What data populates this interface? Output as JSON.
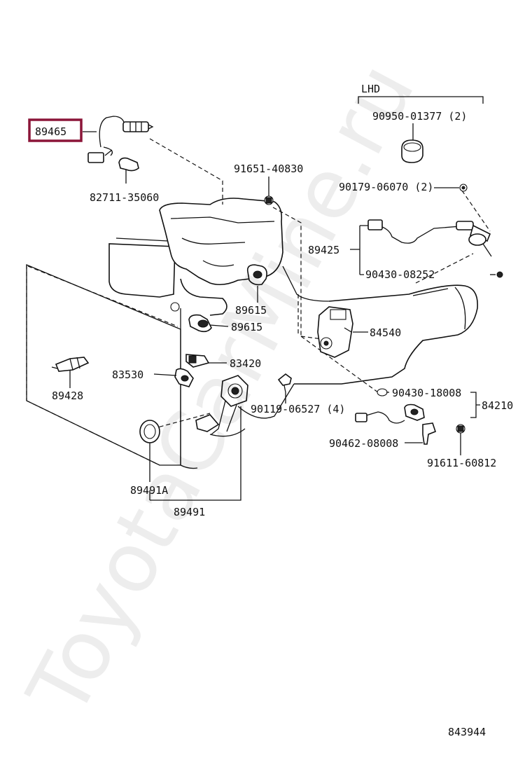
{
  "highlighted_part": "89465",
  "group_label": "LHD",
  "parts": {
    "p89465": "89465",
    "p82711_35060": "82711-35060",
    "p91651_40830": "91651-40830",
    "p90950_01377": "90950-01377 (2)",
    "p90179_06070": "90179-06070 (2)",
    "p89425": "89425",
    "p90430_08252": "90430-08252",
    "p89615a": "89615",
    "p89615b": "89615",
    "p84540": "84540",
    "p83420": "83420",
    "p83530": "83530",
    "p89428": "89428",
    "p90119_06527": "90119-06527 (4)",
    "p90430_18008": "90430-18008",
    "p84210": "84210",
    "p90462_08008": "90462-08008",
    "p91611_60812": "91611-60812",
    "p89491A": "89491A",
    "p89491": "89491"
  },
  "diagram_number": "843944",
  "watermark": "ToyotaCarMine.ru",
  "colors": {
    "highlight": "#8b1538",
    "ink": "#111111"
  }
}
